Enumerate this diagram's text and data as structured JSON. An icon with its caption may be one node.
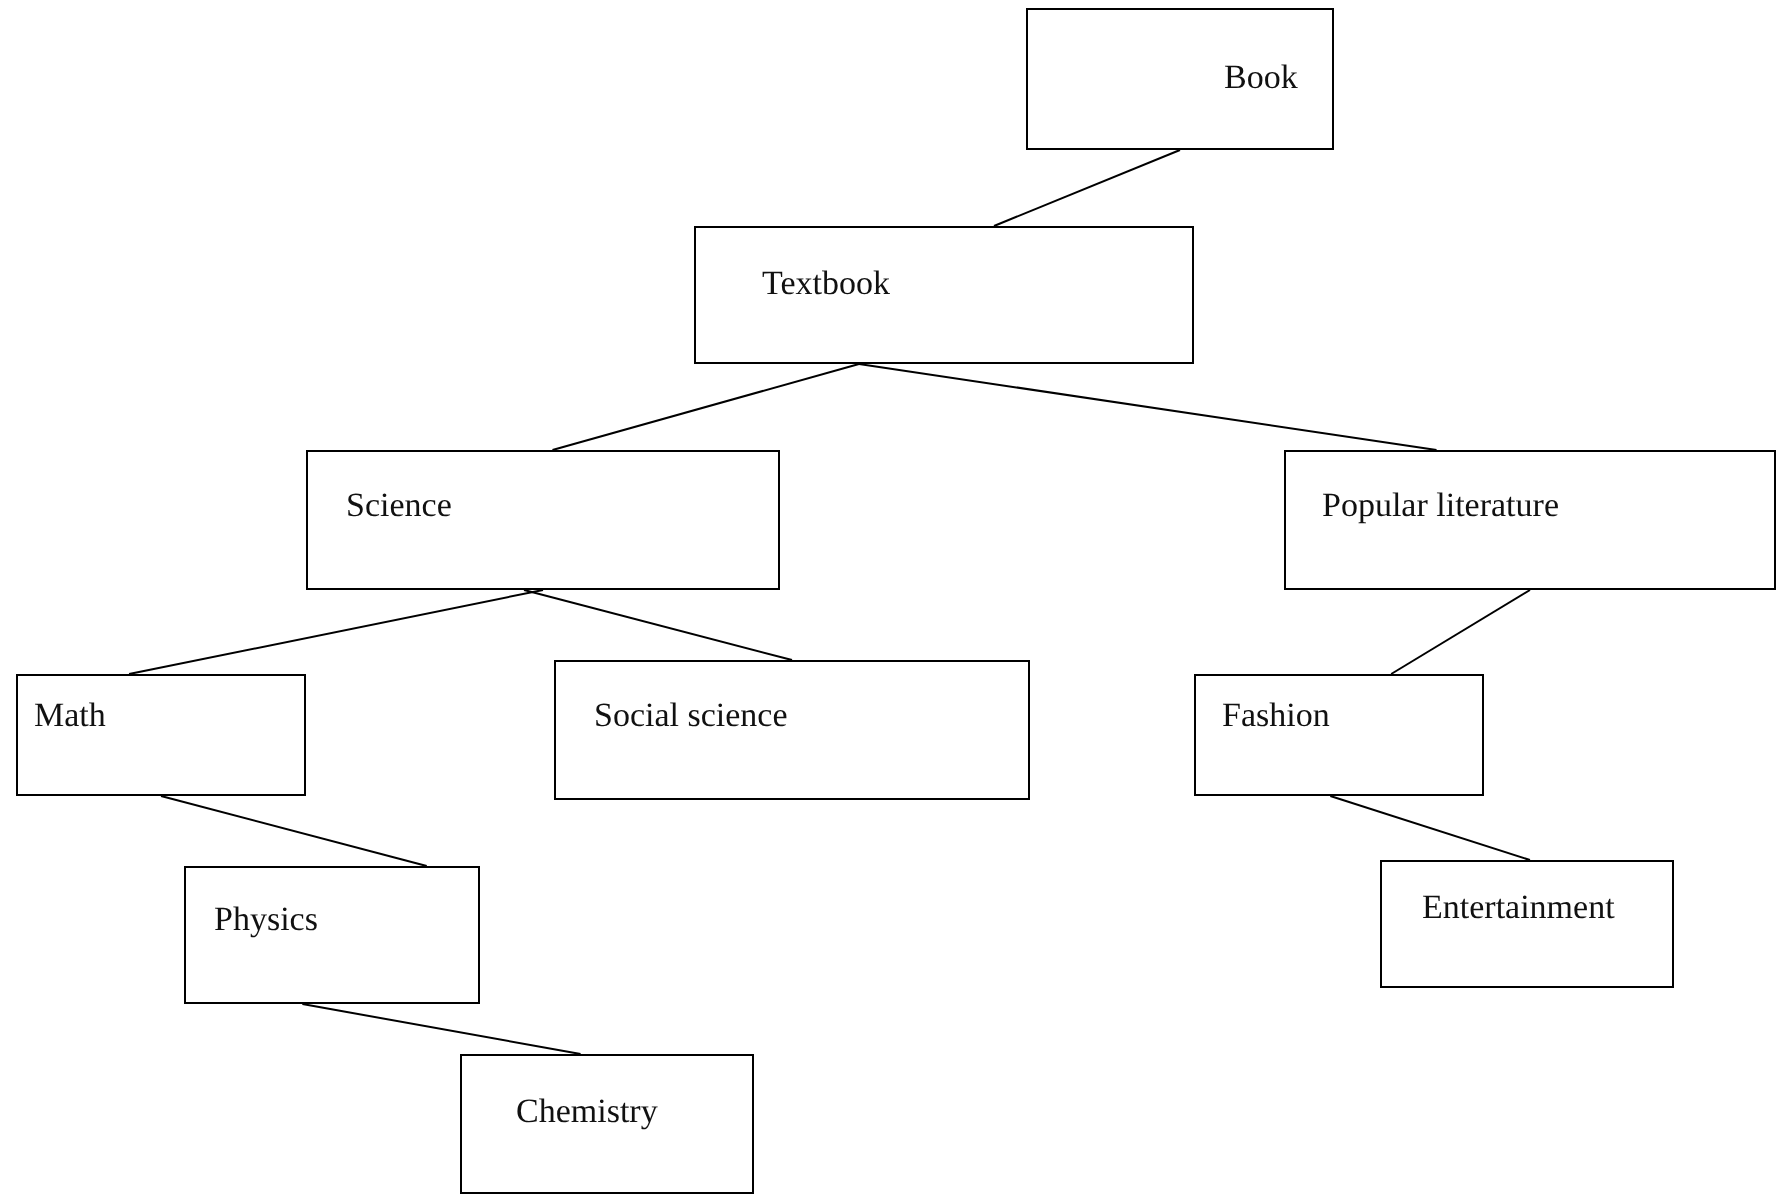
{
  "diagram": {
    "nodes": [
      {
        "text": [
          "Book"
        ]
      },
      {
        "text": [
          "Textbook"
        ]
      },
      {
        "text": [
          "Science"
        ]
      },
      {
        "text": [
          "Popular literature"
        ]
      },
      {
        "text": [
          "Math"
        ]
      },
      {
        "text": [
          "Social science"
        ]
      },
      {
        "text": [
          "Fashion"
        ]
      },
      {
        "text": [
          "Physics"
        ]
      },
      {
        "text": [
          "Chemistry"
        ]
      },
      {
        "text": [
          "Entertainment"
        ]
      }
    ],
    "edges": [
      {
        "from": 0,
        "to": 1,
        "arrow": "none"
      },
      {
        "from": 1,
        "to": 2,
        "arrow": "none"
      },
      {
        "from": 1,
        "to": 3,
        "arrow": "none"
      },
      {
        "from": 2,
        "to": 4,
        "arrow": "none"
      },
      {
        "from": 2,
        "to": 5,
        "arrow": "none"
      },
      {
        "from": 3,
        "to": 6,
        "arrow": "none"
      },
      {
        "from": 4,
        "to": 7,
        "arrow": "none"
      },
      {
        "from": 7,
        "to": 8,
        "arrow": "none"
      },
      {
        "from": 6,
        "to": 9,
        "arrow": "none"
      }
    ]
  }
}
